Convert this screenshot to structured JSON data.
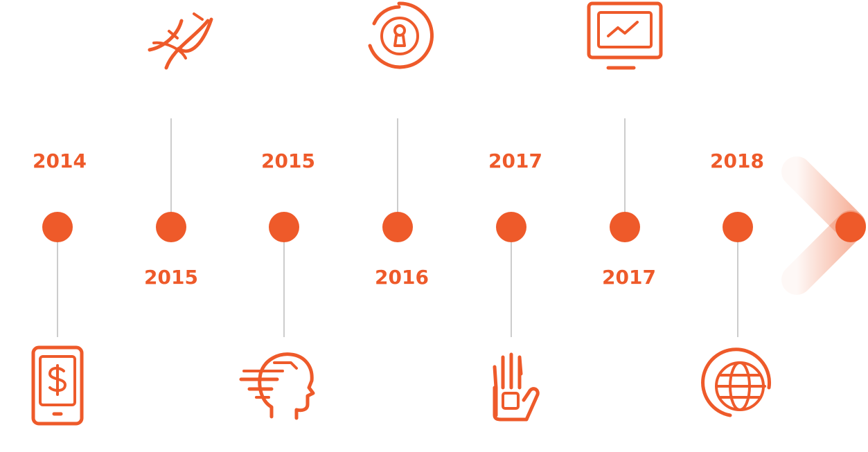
{
  "colors": {
    "accent": "#ee5a2a",
    "track": "#f07c55",
    "connector": "#9a9a9a"
  },
  "timeline": {
    "nodes": [
      {
        "year": "2014",
        "icon": "smartphone-dollar-icon"
      },
      {
        "year": "2015",
        "icon": "dna-icon"
      },
      {
        "year": "2015",
        "icon": "ai-head-icon"
      },
      {
        "year": "2016",
        "icon": "security-lock-icon"
      },
      {
        "year": "2017",
        "icon": "robotic-hand-icon"
      },
      {
        "year": "2017",
        "icon": "monitor-chart-icon"
      },
      {
        "year": "2018",
        "icon": "globe-icon"
      }
    ]
  }
}
